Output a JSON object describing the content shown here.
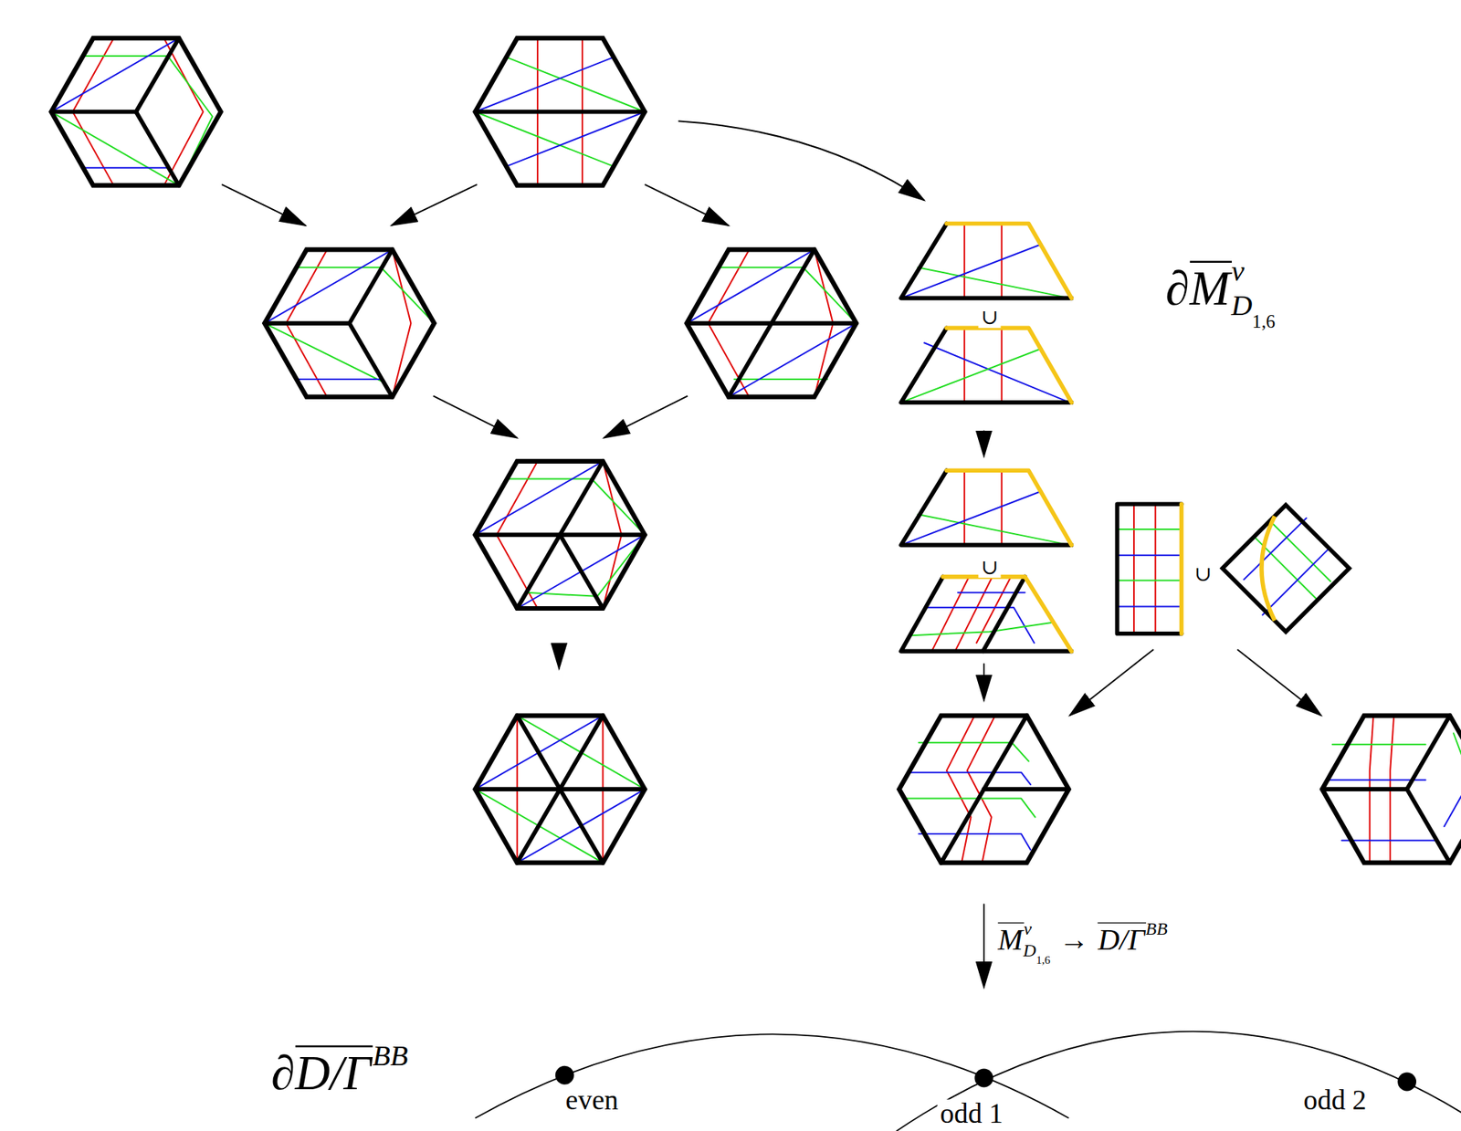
{
  "diagram": {
    "labels": [
      "∂",
      "M",
      "ν",
      "D",
      "1,6",
      "∪",
      "∪",
      "∪",
      "M",
      "ν",
      "D",
      "1,6",
      "→",
      "D/Γ",
      "BB",
      "∂",
      "D/Γ",
      "BB",
      "even",
      "odd 1",
      "odd 2"
    ]
  }
}
